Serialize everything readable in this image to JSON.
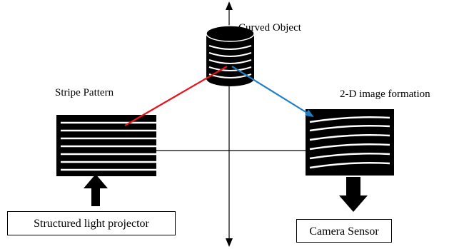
{
  "labels": {
    "curved_object": "Curved Object",
    "stripe_pattern": "Stripe Pattern",
    "image_formation": "2-D image formation"
  },
  "boxes": {
    "projector": "Structured light projector",
    "camera": "Camera Sensor"
  },
  "colors": {
    "projection_ray": "#e8141c",
    "reflection_ray": "#1f7fc8",
    "ink": "#000000",
    "paper": "#ffffff"
  }
}
